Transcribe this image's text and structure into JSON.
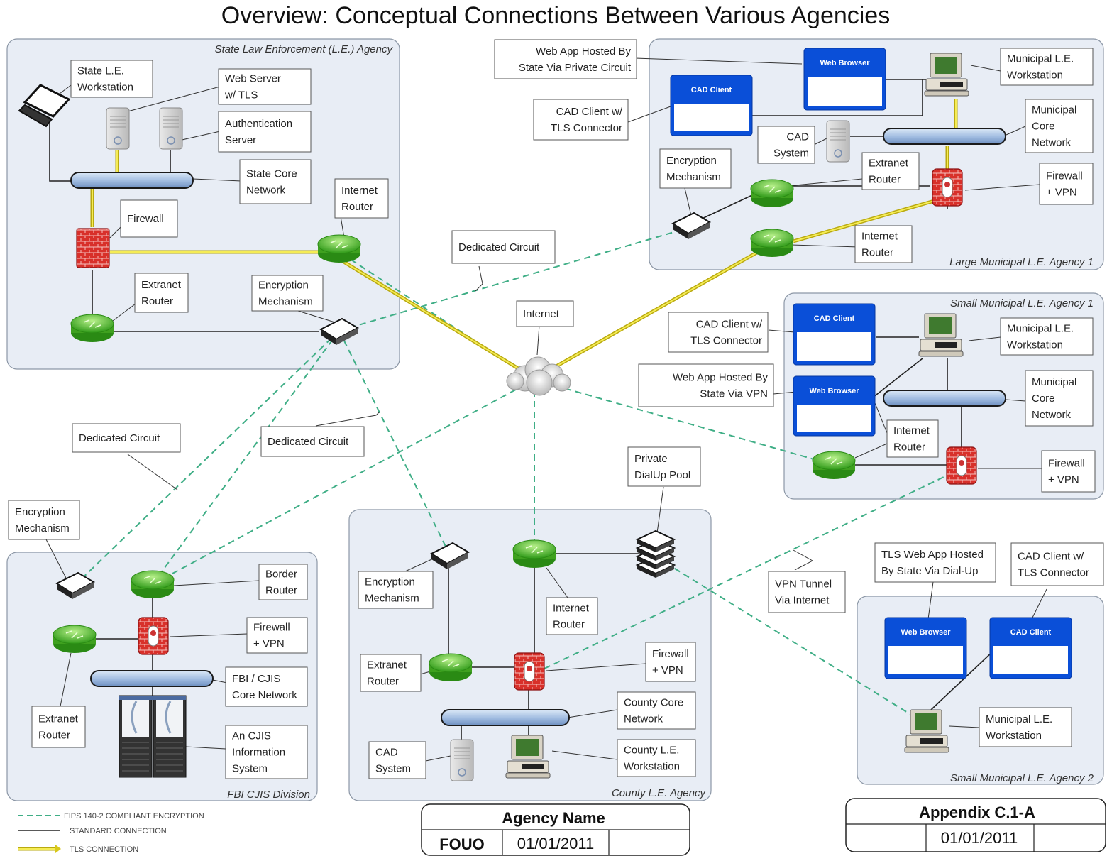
{
  "title": "Overview: Conceptual Connections Between Various Agencies",
  "agencies": {
    "state": "State Law Enforcement (L.E.) Agency",
    "large_muni": "Large Municipal L.E. Agency 1",
    "small_muni1": "Small Municipal L.E. Agency 1",
    "small_muni2": "Small Municipal L.E. Agency 2",
    "fbi": "FBI CJIS Division",
    "county": "County L.E. Agency"
  },
  "labels": {
    "state_ws": [
      "State L.E.",
      "Workstation"
    ],
    "web_server": [
      "Web Server",
      "w/ TLS"
    ],
    "auth_server": [
      "Authentication",
      "Server"
    ],
    "state_core": [
      "State Core",
      "Network"
    ],
    "state_firewall": [
      "Firewall"
    ],
    "state_inet_router": [
      "Internet",
      "Router"
    ],
    "state_extranet": [
      "Extranet",
      "Router"
    ],
    "state_encryption": [
      "Encryption",
      "Mechanism"
    ],
    "dedicated1": [
      "Dedicated Circuit"
    ],
    "dedicated2": [
      "Dedicated Circuit"
    ],
    "dedicated3": [
      "Dedicated Circuit"
    ],
    "internet": [
      "Internet"
    ],
    "lm_webapp": [
      "Web App Hosted By",
      "State Via Private Circuit"
    ],
    "lm_cad_client": [
      "CAD Client w/",
      "TLS Connector"
    ],
    "lm_cad_system": [
      "CAD",
      "System"
    ],
    "lm_encryption": [
      "Encryption",
      "Mechanism"
    ],
    "lm_extranet": [
      "Extranet",
      "Router"
    ],
    "lm_inet_router": [
      "Internet",
      "Router"
    ],
    "lm_ws": [
      "Municipal L.E.",
      "Workstation"
    ],
    "lm_core": [
      "Municipal",
      "Core",
      "Network"
    ],
    "lm_firewall": [
      "Firewall",
      "+ VPN"
    ],
    "sm1_cad_client": [
      "CAD Client w/",
      "TLS Connector"
    ],
    "sm1_webapp": [
      "Web App Hosted By",
      "State Via VPN"
    ],
    "sm1_ws": [
      "Municipal L.E.",
      "Workstation"
    ],
    "sm1_core": [
      "Municipal",
      "Core",
      "Network"
    ],
    "sm1_inet_router": [
      "Internet",
      "Router"
    ],
    "sm1_firewall": [
      "Firewall",
      "+ VPN"
    ],
    "fbi_encryption": [
      "Encryption",
      "Mechanism"
    ],
    "fbi_border": [
      "Border",
      "Router"
    ],
    "fbi_firewall": [
      "Firewall",
      "+ VPN"
    ],
    "fbi_core": [
      "FBI / CJIS",
      "Core Network"
    ],
    "fbi_extranet": [
      "Extranet",
      "Router"
    ],
    "fbi_cjis": [
      "An CJIS",
      "Information",
      "System"
    ],
    "private_dialup": [
      "Private",
      "DialUp Pool"
    ],
    "county_encryption": [
      "Encryption",
      "Mechanism"
    ],
    "county_inet_router": [
      "Internet",
      "Router"
    ],
    "county_extranet": [
      "Extranet",
      "Router"
    ],
    "county_firewall": [
      "Firewall",
      "+ VPN"
    ],
    "county_core": [
      "County Core",
      "Network"
    ],
    "county_ws": [
      "County L.E.",
      "Workstation"
    ],
    "county_cad": [
      "CAD",
      "System"
    ],
    "vpn_tunnel": [
      "VPN Tunnel",
      "Via Internet"
    ],
    "sm2_tls": [
      "TLS Web App Hosted",
      "By State Via Dial-Up"
    ],
    "sm2_cad_client": [
      "CAD Client w/",
      "TLS Connector"
    ],
    "sm2_ws": [
      "Municipal L.E.",
      "Workstation"
    ]
  },
  "apps": {
    "cad_client": "CAD Client",
    "web_browser": "Web Browser"
  },
  "legend": {
    "fips": "FIPS 140-2 COMPLIANT ENCRYPTION",
    "standard": "STANDARD CONNECTION",
    "tls": "TLS CONNECTION"
  },
  "footer_mid": {
    "heading": "Agency Name",
    "left": "FOUO",
    "date": "01/01/2011"
  },
  "footer_right": {
    "heading": "Appendix C.1-A",
    "date": "01/01/2011"
  },
  "colors": {
    "fips_line": "#3fae86",
    "standard_line": "#222222",
    "tls_line": "#d8c81a",
    "agency_bg": "#e8edf5",
    "app_blue": "#0a4fd8",
    "router_green": "#5cbf2a",
    "firewall_red": "#d32b2b"
  },
  "icons": {
    "router": "router-icon",
    "firewall": "firewall-icon",
    "server": "server-icon",
    "workstation": "workstation-icon",
    "laptop": "laptop-icon",
    "encryption": "encryption-device-icon",
    "cloud": "cloud-icon",
    "switch_bar": "network-bus-icon",
    "modem_stack": "modem-pool-icon",
    "mainframe": "mainframe-icon"
  }
}
